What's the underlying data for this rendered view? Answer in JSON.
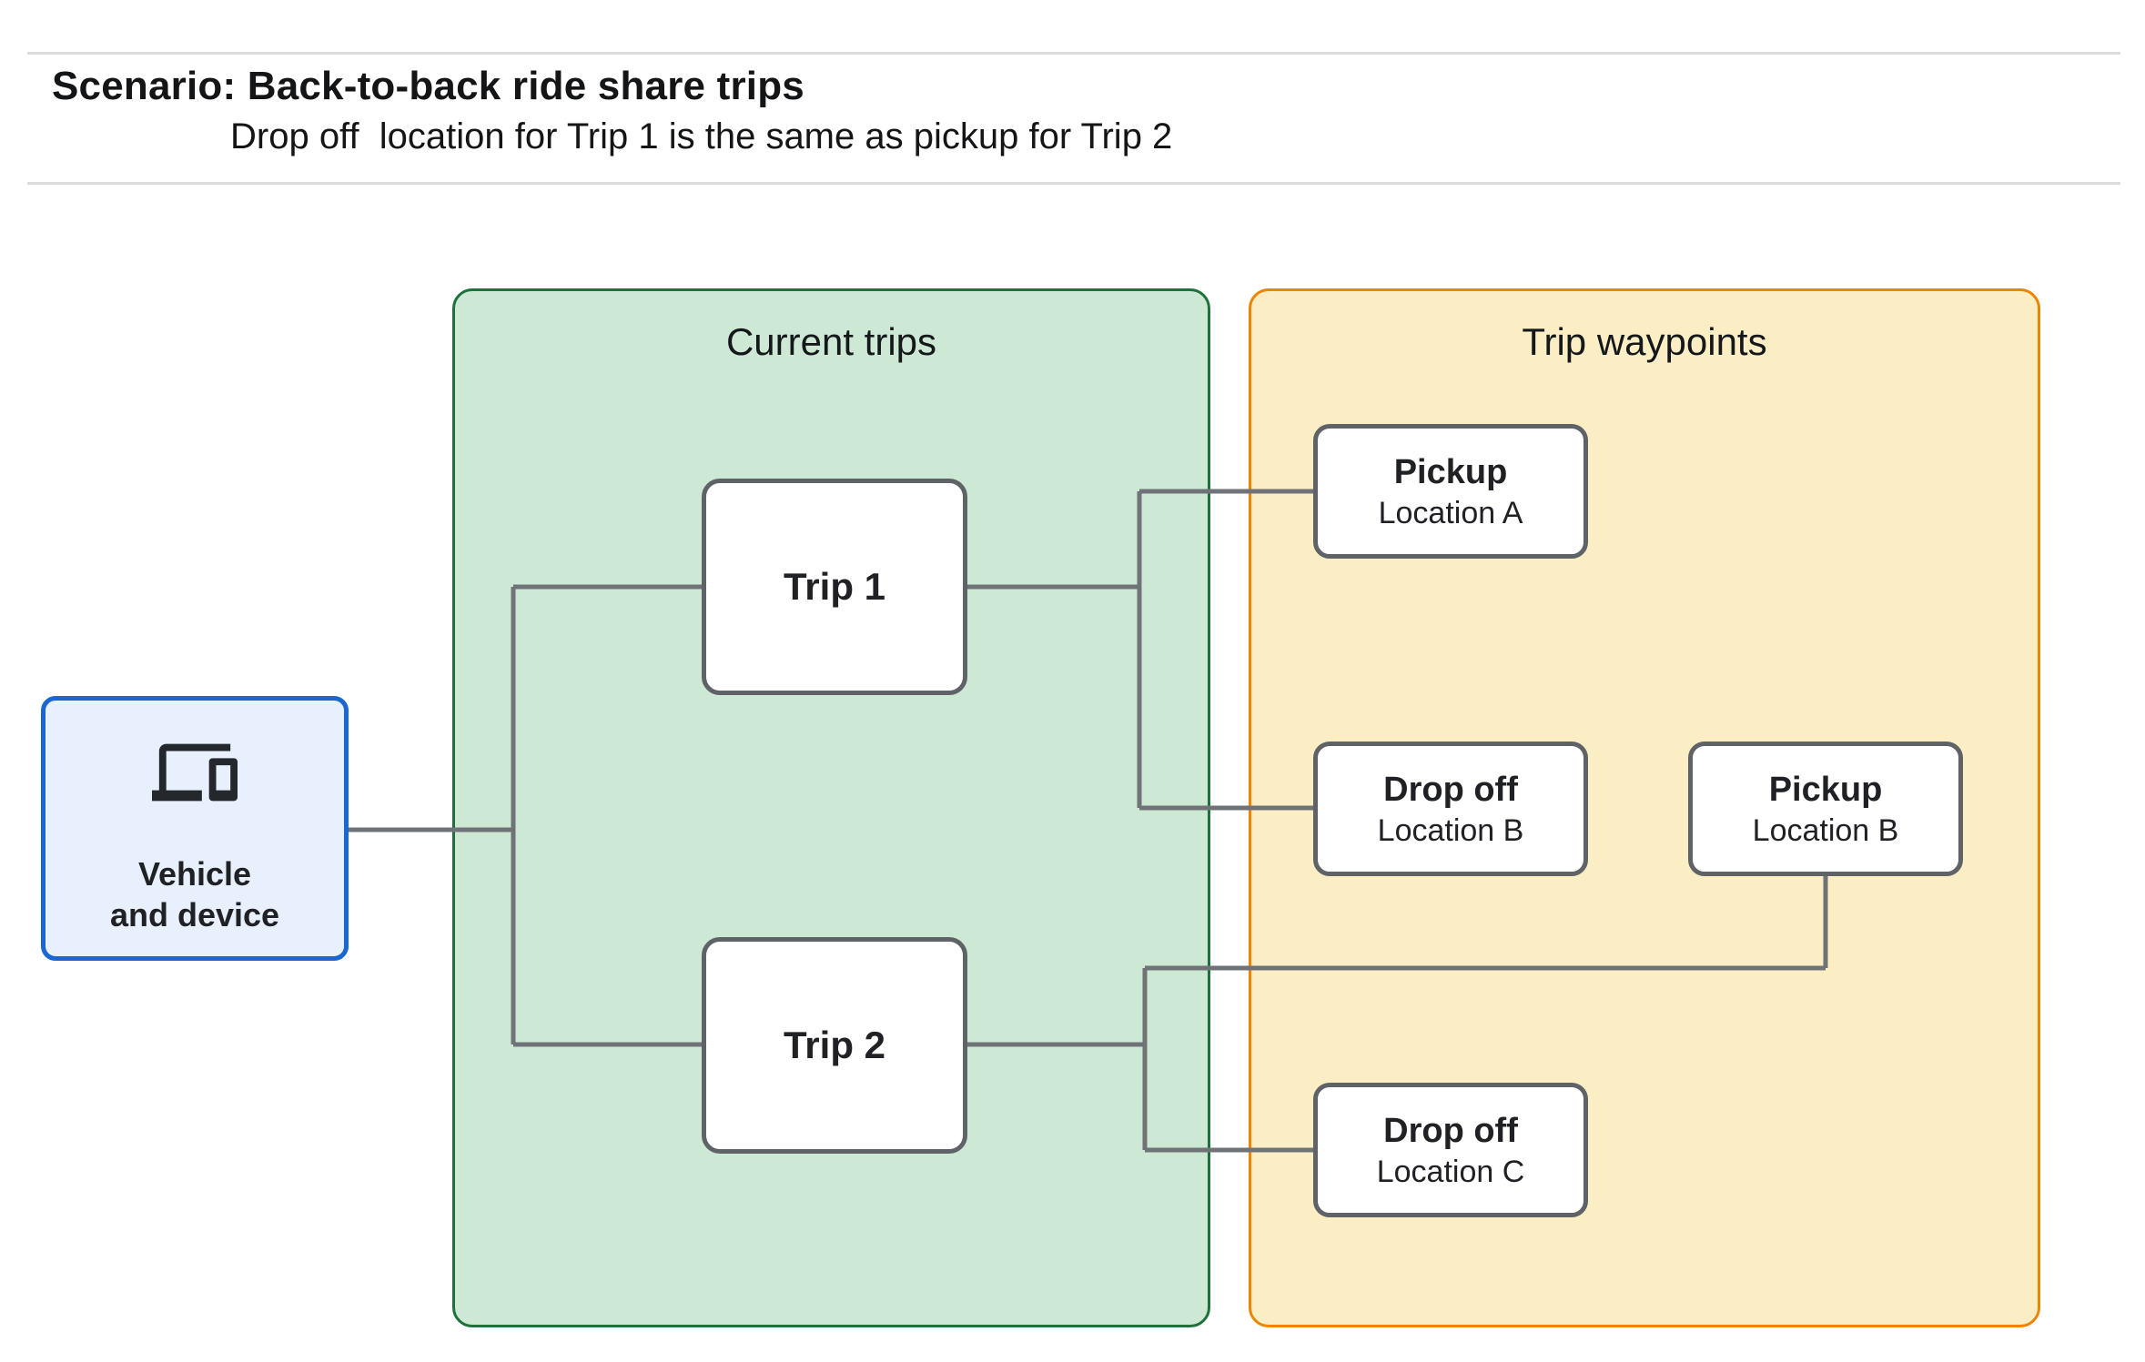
{
  "header": {
    "title": "Scenario: Back-to-back ride share trips",
    "subtitle": "Drop off  location for Trip 1 is the same as pickup for Trip 2"
  },
  "vehicle": {
    "icon": "devices-icon",
    "label_line1": "Vehicle",
    "label_line2": "and device"
  },
  "panels": {
    "current_trips": {
      "title": "Current trips"
    },
    "trip_waypoints": {
      "title": "Trip waypoints"
    }
  },
  "trips": [
    {
      "label": "Trip 1"
    },
    {
      "label": "Trip 2"
    }
  ],
  "waypoints": [
    {
      "type": "Pickup",
      "location": "Location A"
    },
    {
      "type": "Drop off",
      "location": "Location B"
    },
    {
      "type": "Pickup",
      "location": "Location B"
    },
    {
      "type": "Drop off",
      "location": "Location C"
    }
  ],
  "colors": {
    "current_trips_fill": "#cde8d4",
    "current_trips_border": "#1e7139",
    "trip_waypoints_fill": "#fceec4",
    "trip_waypoints_border": "#ee8500",
    "vehicle_fill": "#e8f0fd",
    "vehicle_border": "#1a67d2",
    "node_border": "#5f6368",
    "connector": "#6f7276",
    "divider": "#dbdbdb"
  }
}
